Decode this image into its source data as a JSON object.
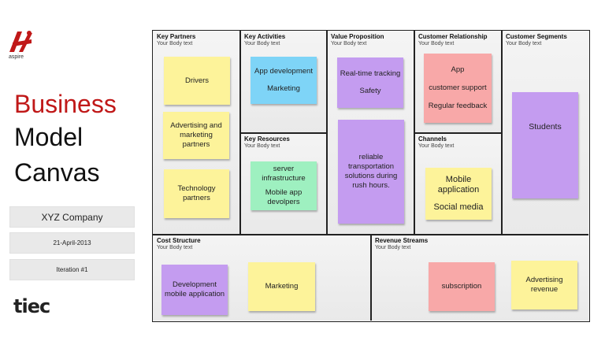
{
  "logo": {
    "caption": "aspire"
  },
  "title": {
    "line1": "Business",
    "line2": "Model",
    "line3": "Canvas"
  },
  "meta": {
    "company": "XYZ Company",
    "date": "21-April-2013",
    "iteration": "Iteration #1"
  },
  "footer_logo": "tiec",
  "canvas": {
    "key_partners": {
      "heading": "Key Partners",
      "sub": "Your Body text",
      "notes": [
        "Drivers",
        "Advertising and marketing partners",
        "Technology partners"
      ]
    },
    "key_activities": {
      "heading": "Key Activities",
      "sub": "Your Body text",
      "notes": [
        [
          "App development",
          "Marketing"
        ]
      ]
    },
    "key_resources": {
      "heading": "Key Resources",
      "sub": "Your Body text",
      "notes": [
        [
          "server infrastructure",
          "Mobile app devolpers"
        ]
      ]
    },
    "value_proposition": {
      "heading": "Value Proposition",
      "sub": "Your Body text",
      "notes": [
        [
          "Real-time tracking",
          "Safety"
        ],
        "reliable transportation solutions during rush hours."
      ]
    },
    "customer_relationship": {
      "heading": "Customer Relationship",
      "sub": "Your Body text",
      "notes": [
        [
          "App",
          "customer support",
          "Regular feedback"
        ]
      ]
    },
    "channels": {
      "heading": "Channels",
      "sub": "Your Body text",
      "notes": [
        [
          "Mobile application",
          "Social media"
        ]
      ]
    },
    "customer_segments": {
      "heading": "Customer Segments",
      "sub": "Your Body text",
      "notes": [
        "Students"
      ]
    },
    "cost_structure": {
      "heading": "Cost Structure",
      "sub": "Your Body text",
      "notes": [
        "Development mobile application",
        "Marketing"
      ]
    },
    "revenue_streams": {
      "heading": "Revenue Streams",
      "sub": "Your Body text",
      "notes": [
        "subscription",
        "Advertising revenue"
      ]
    }
  }
}
